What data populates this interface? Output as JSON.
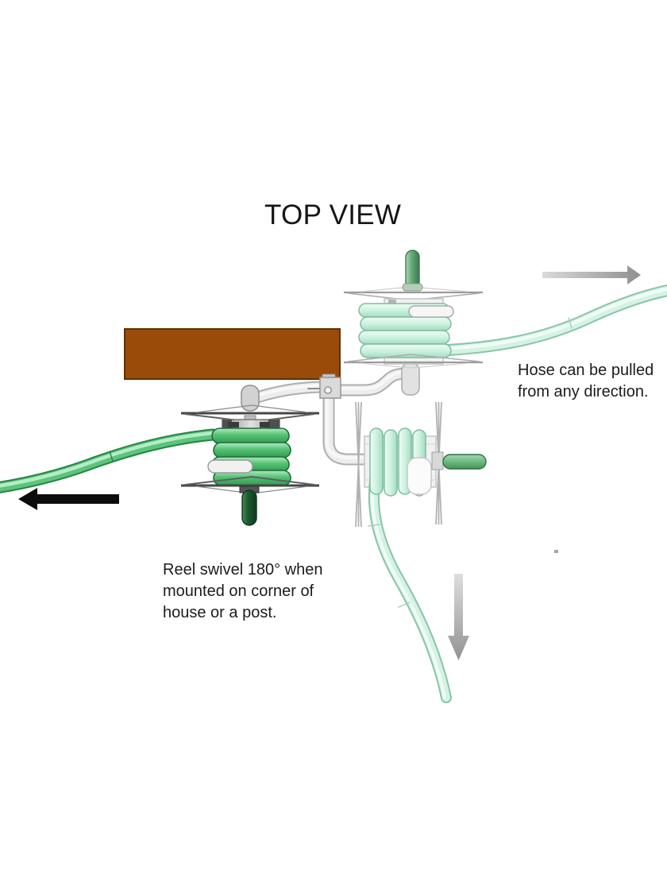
{
  "title": "TOP VIEW",
  "annotations": {
    "pull": {
      "line1": "Hose can be pulled",
      "line2": "from any direction."
    },
    "swivel": {
      "line1": "Reel swivel 180° when",
      "line2": "mounted on corner of",
      "line3": "house or a post."
    }
  },
  "colors": {
    "background": "#ffffff",
    "wall_brown": "#9a4a09",
    "hose_mint": "#cdf2df",
    "hose_green": "#54c173",
    "knob_green": "#5fa371",
    "knob_dark_green": "#1c5a2e",
    "pipe_gray": "#ededed",
    "arrow_gray": "#a9a9a9",
    "arrow_black": "#0c0c0c",
    "text": "#1c1c1c"
  }
}
